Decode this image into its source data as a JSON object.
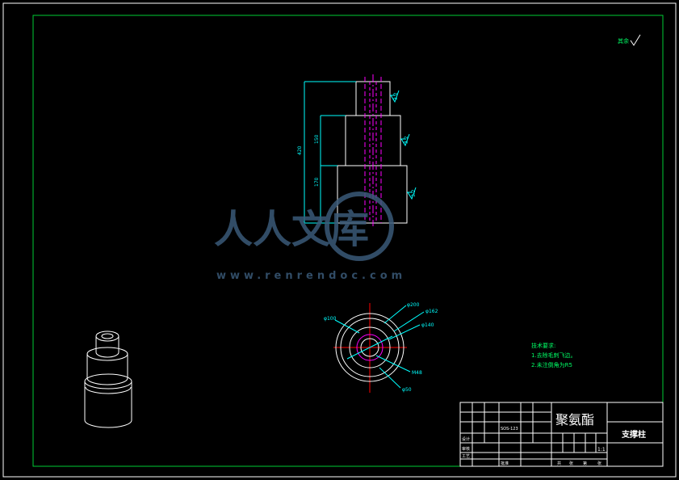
{
  "drawing": {
    "roughness_symbol": "其余",
    "dimensions": {
      "overall_height": "420",
      "mid_height": "150",
      "bottom_height": "170",
      "roughness_top": "3.2",
      "roughness_mid": "3.2",
      "roughness_bottom": "3.2",
      "dia_outer": "φ200",
      "dia_mid": "φ162",
      "dia_inner": "φ100",
      "dia_step": "φ140",
      "dia_bore": "M48",
      "dia_small": "φ50"
    },
    "tech_requirements": {
      "title": "技术要求:",
      "line1": "1.去除毛刺飞边。",
      "line2": "2.未注倒角为R5"
    }
  },
  "title_block": {
    "material": "聚氨酯",
    "part_name": "支撑柱",
    "scale": "1:1",
    "row_design": "设计",
    "row_check": "审核",
    "row_craft": "工艺",
    "row_approve": "批准",
    "sheet_labels": [
      "共",
      "张",
      "第",
      "张"
    ],
    "code": "SOS-123"
  },
  "watermark": {
    "brand": "人人文库",
    "url": "www.renrendoc.com"
  },
  "colors": {
    "frame": "#00cc33",
    "part": "#ffffff",
    "dim": "#00ffff",
    "center": "#ff00ff",
    "axis": "#ff0000"
  }
}
